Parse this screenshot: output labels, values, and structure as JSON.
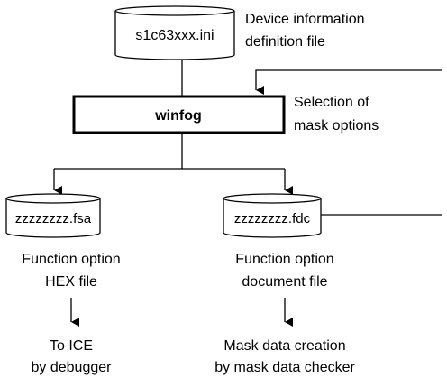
{
  "ini_file": {
    "filename": "s1c63xxx.ini",
    "caption_line1": "Device information",
    "caption_line2": "definition file"
  },
  "tool": {
    "name": "winfog",
    "caption_line1": "Selection of",
    "caption_line2": "mask options"
  },
  "fsa_file": {
    "filename": "zzzzzzzz.fsa",
    "caption_line1": "Function option",
    "caption_line2": "HEX file",
    "destination_line1": "To ICE",
    "destination_line2": "by debugger"
  },
  "fdc_file": {
    "filename": "zzzzzzzz.fdc",
    "caption_line1": "Function option",
    "caption_line2": "document file",
    "destination_line1": "Mask data creation",
    "destination_line2": "by mask data checker"
  }
}
